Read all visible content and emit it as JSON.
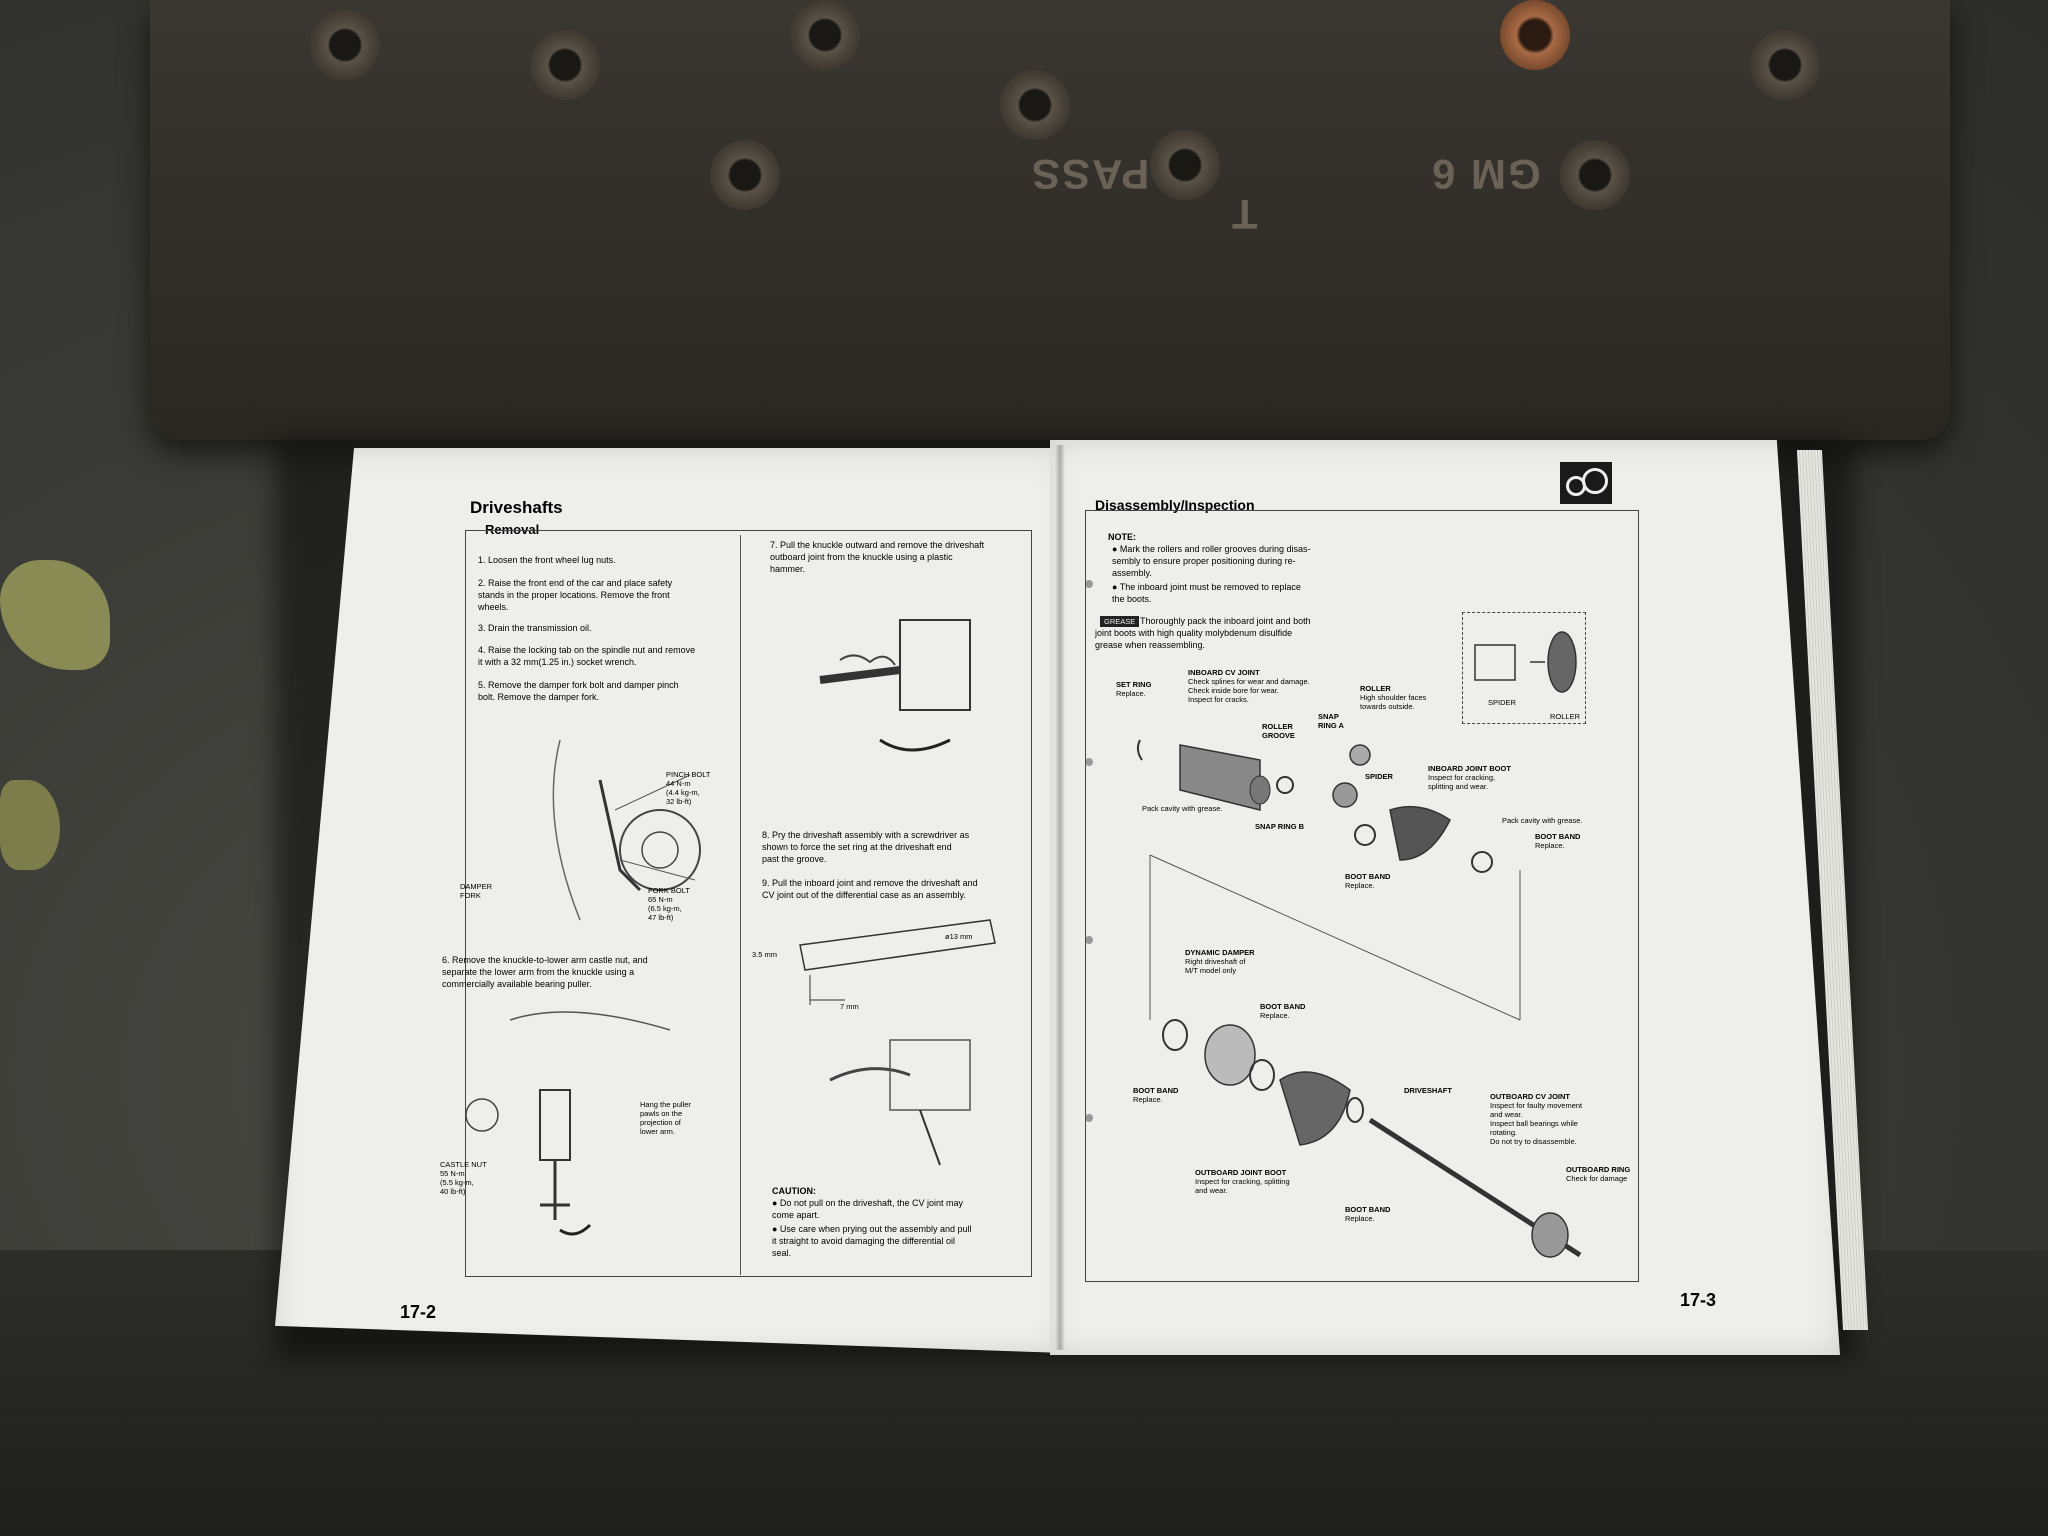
{
  "left_page": {
    "section_title": "Driveshafts",
    "subsection_title": "Removal",
    "steps": [
      "1.  Loosen the front wheel lug nuts.",
      "2.  Raise the front end of the car and place safety",
      "     stands in the proper locations. Remove the front",
      "     wheels.",
      "3.  Drain the transmission oil.",
      "4.  Raise the locking tab on the spindle nut and remove",
      "     it with a 32 mm(1.25 in.) socket wrench.",
      "5.  Remove the damper fork bolt and damper pinch",
      "     bolt. Remove the damper fork."
    ],
    "pinch_bolt": [
      "PINCH BOLT",
      "44 N-m",
      "(4.4 kg-m,",
      "32 lb-ft)"
    ],
    "damper_fork": [
      "DAMPER",
      "FORK"
    ],
    "fork_bolt": [
      "FORK BOLT",
      "65 N-m",
      "(6.5 kg-m,",
      "47 lb-ft)"
    ],
    "step6": [
      "6.  Remove the knuckle-to-lower arm castle nut, and",
      "     separate the lower arm from the knuckle using a",
      "     commercially available bearing puller."
    ],
    "hang_puller": [
      "Hang the puller",
      "pawls on the",
      "projection of",
      "lower arm."
    ],
    "castle_nut": [
      "CASTLE NUT",
      "55 N-m",
      "(5.5 kg-m,",
      "40 lb-ft)"
    ],
    "step7": [
      "7.  Pull the knuckle outward and remove the driveshaft",
      "     outboard joint from the knuckle using a plastic",
      "     hammer."
    ],
    "step8": [
      "8.  Pry the driveshaft assembly with a screwdriver as",
      "     shown to force the set ring at the driveshaft end",
      "     past the groove."
    ],
    "step9": [
      "9.  Pull the inboard joint and remove the driveshaft and",
      "     CV joint out of the differential case as an assembly."
    ],
    "dim_35": "3.5 mm",
    "dim_13": "ø13 mm",
    "dim_7": "7 mm",
    "caution_title": "CAUTION:",
    "caution": [
      "●  Do not pull on the driveshaft, the CV joint may",
      "    come apart.",
      "●  Use care when prying out the assembly and pull",
      "    it straight to avoid damaging the differential oil",
      "    seal."
    ],
    "page_number": "17-2"
  },
  "right_page": {
    "section_title": "Disassembly/Inspection",
    "note_title": "NOTE:",
    "notes": [
      "●  Mark the rollers and roller grooves during disas-",
      "    sembly to ensure proper positioning during re-",
      "    assembly.",
      "●  The inboard joint must be removed to replace",
      "    the boots."
    ],
    "grease_note": [
      "Thoroughly pack the inboard joint and both",
      "joint boots with high quality molybdenum disulfide",
      "grease when reassembling."
    ],
    "grease_tag": "GREASE",
    "labels": {
      "set_ring": [
        "SET RING",
        "Replace."
      ],
      "inboard_cv": [
        "INBOARD CV JOINT",
        "Check splines for wear and damage.",
        "Check inside bore for wear.",
        "Inspect for cracks."
      ],
      "roller": [
        "ROLLER",
        "High shoulder faces",
        "towards outside."
      ],
      "roller_groove": [
        "ROLLER",
        "GROOVE"
      ],
      "snap_ring_a": [
        "SNAP",
        "RING A"
      ],
      "spider_top": "SPIDER",
      "roller_top": "ROLLER",
      "spider": "SPIDER",
      "inboard_boot": [
        "INBOARD JOINT BOOT",
        "Inspect for cracking,",
        "splitting and wear."
      ],
      "pack_cavity_1": "Pack cavity with grease.",
      "pack_cavity_2": "Pack cavity with grease.",
      "snap_ring_b": "SNAP RING B",
      "boot_band_1": [
        "BOOT BAND",
        "Replace."
      ],
      "boot_band_2": [
        "BOOT BAND",
        "Replace."
      ],
      "dynamic_damper": [
        "DYNAMIC DAMPER",
        "Right driveshaft of",
        "M/T model only"
      ],
      "boot_band_3": [
        "BOOT BAND",
        "Replace."
      ],
      "boot_band_4": [
        "BOOT BAND",
        "Replace."
      ],
      "driveshaft": "DRIVESHAFT",
      "outboard_cv": [
        "OUTBOARD CV JOINT",
        "Inspect for faulty movement",
        "and wear.",
        "Inspect ball bearings while",
        "rotating.",
        "Do not try to disassemble."
      ],
      "outboard_boot": [
        "OUTBOARD JOINT BOOT",
        "Inspect for cracking, splitting",
        "and wear."
      ],
      "boot_band_5": [
        "BOOT BAND",
        "Replace."
      ],
      "outboard_ring": [
        "OUTBOARD RING",
        "Check for damage"
      ]
    },
    "page_number": "17-3"
  },
  "cylinder_head": {
    "cast_marks": [
      "PASS",
      "GM 6",
      "T"
    ]
  }
}
